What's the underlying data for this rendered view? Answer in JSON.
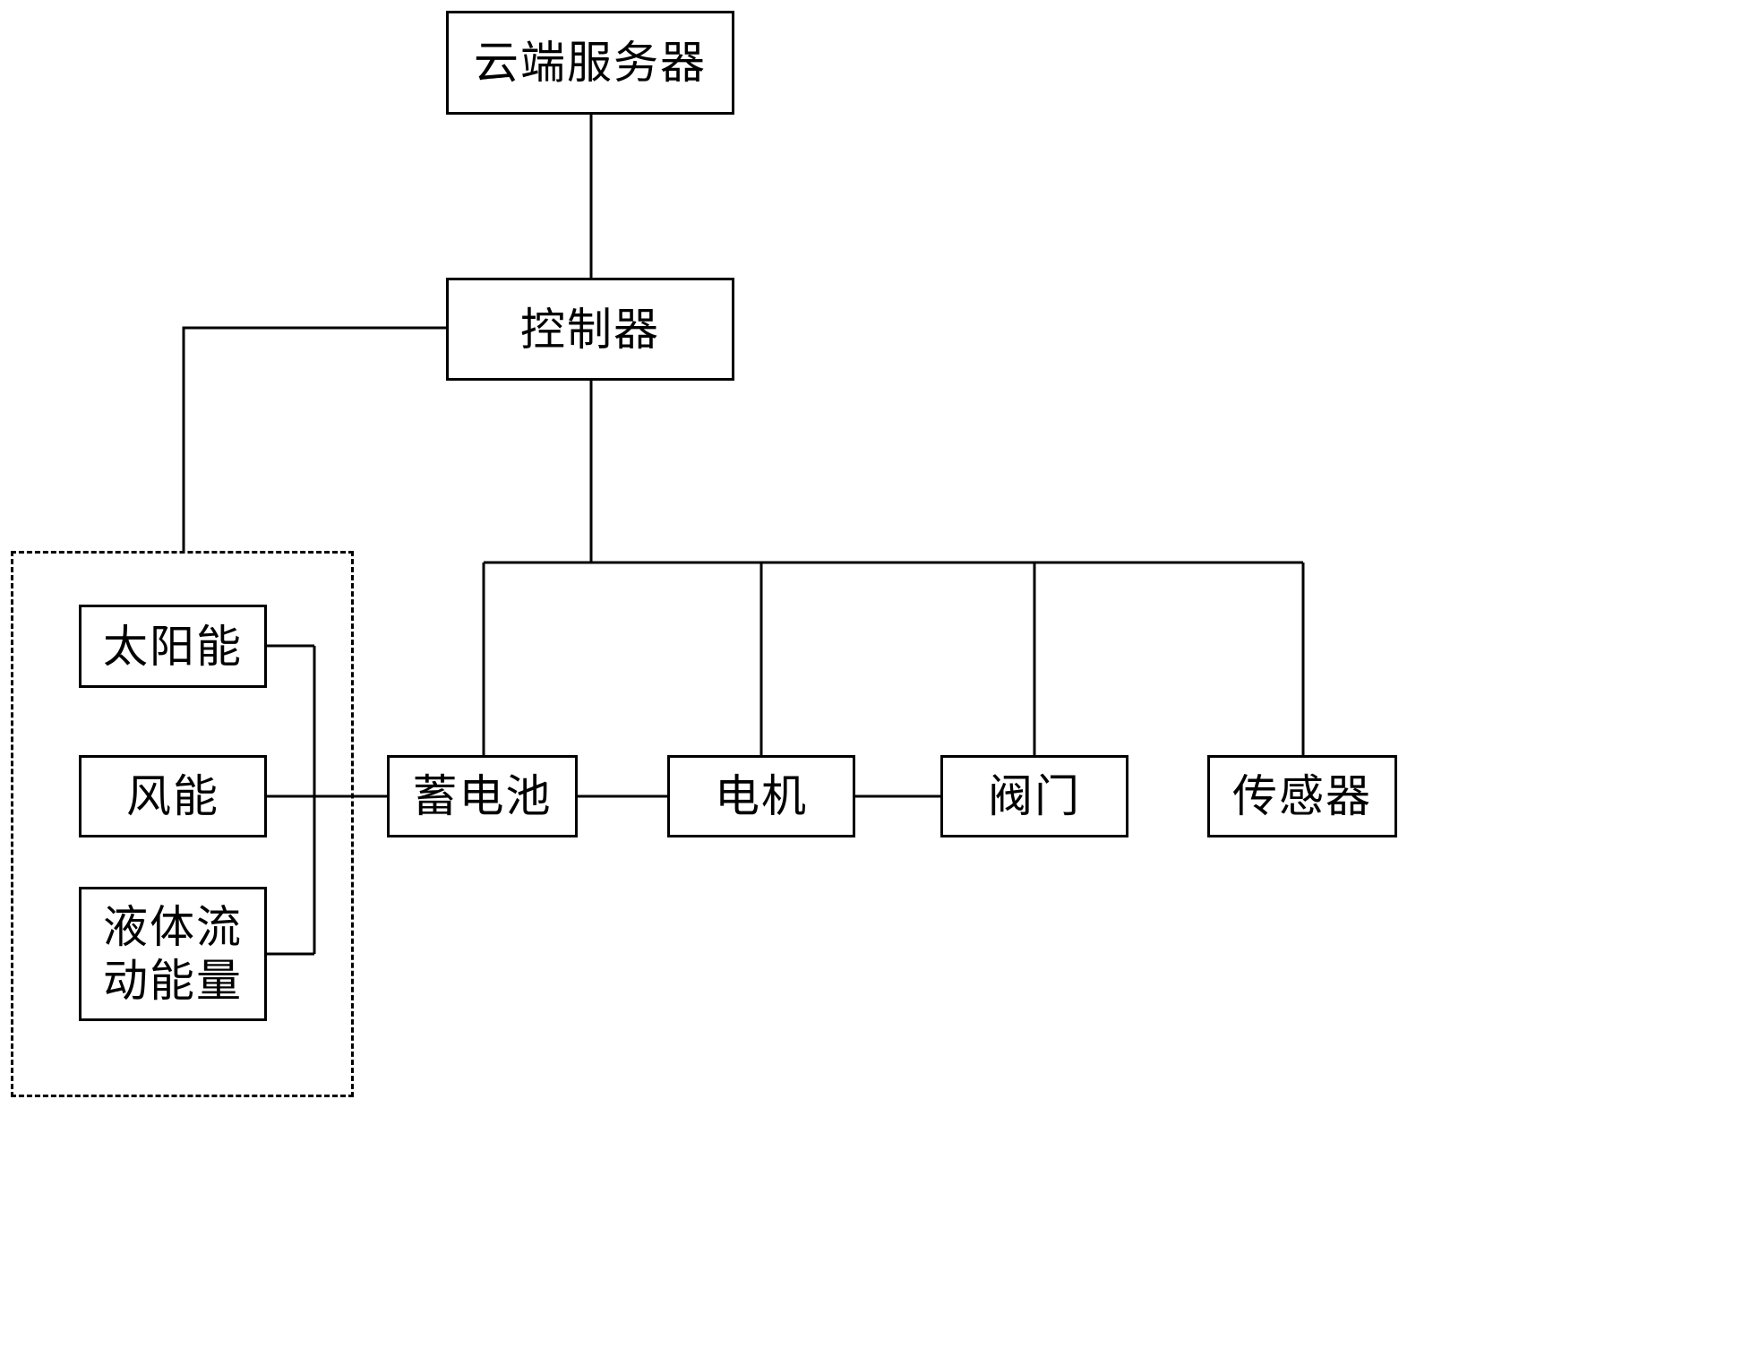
{
  "diagram": {
    "type": "block-diagram",
    "colors": {
      "line": "#000000",
      "background": "#ffffff",
      "text": "#000000"
    },
    "nodes": {
      "cloud_server": {
        "label": "云端服务器"
      },
      "controller": {
        "label": "控制器"
      },
      "battery": {
        "label": "蓄电池"
      },
      "motor": {
        "label": "电机"
      },
      "valve": {
        "label": "阀门"
      },
      "sensor": {
        "label": "传感器"
      },
      "solar": {
        "label": "太阳能"
      },
      "wind": {
        "label": "风能"
      },
      "liquid_flow": {
        "label": "液体流\n动能量"
      }
    },
    "edges": [
      {
        "from": "cloud_server",
        "to": "controller"
      },
      {
        "from": "controller",
        "to": "battery"
      },
      {
        "from": "controller",
        "to": "motor"
      },
      {
        "from": "controller",
        "to": "valve"
      },
      {
        "from": "controller",
        "to": "sensor"
      },
      {
        "from": "controller",
        "to": "energy_sources_group"
      },
      {
        "from": "battery",
        "to": "motor"
      },
      {
        "from": "motor",
        "to": "valve"
      },
      {
        "from": "solar",
        "to": "battery"
      },
      {
        "from": "wind",
        "to": "battery"
      },
      {
        "from": "liquid_flow",
        "to": "battery"
      }
    ],
    "groups": {
      "energy_sources_group": {
        "style": "dashed",
        "members": [
          "solar",
          "wind",
          "liquid_flow"
        ]
      }
    }
  }
}
